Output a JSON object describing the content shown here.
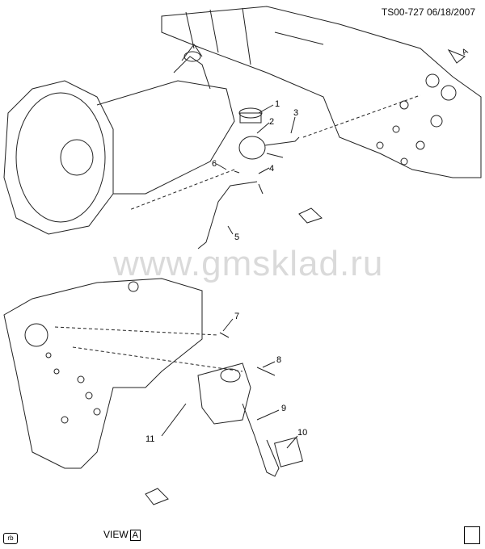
{
  "header": {
    "drawing_id": "TS00-727",
    "date": "06/18/2007"
  },
  "watermark": "www.gmsklad.ru",
  "callouts": [
    {
      "id": "1",
      "label": "1"
    },
    {
      "id": "2",
      "label": "2"
    },
    {
      "id": "3",
      "label": "3"
    },
    {
      "id": "4",
      "label": "4"
    },
    {
      "id": "5",
      "label": "5"
    },
    {
      "id": "6",
      "label": "6"
    },
    {
      "id": "7",
      "label": "7"
    },
    {
      "id": "8",
      "label": "8"
    },
    {
      "id": "9",
      "label": "9"
    },
    {
      "id": "10",
      "label": "10"
    },
    {
      "id": "11",
      "label": "11"
    }
  ],
  "view": {
    "text": "VIEW",
    "letter": "A"
  },
  "direction_arrow_letter": "A",
  "badge": "rb",
  "colors": {
    "line": "#222222",
    "bg": "#ffffff"
  }
}
